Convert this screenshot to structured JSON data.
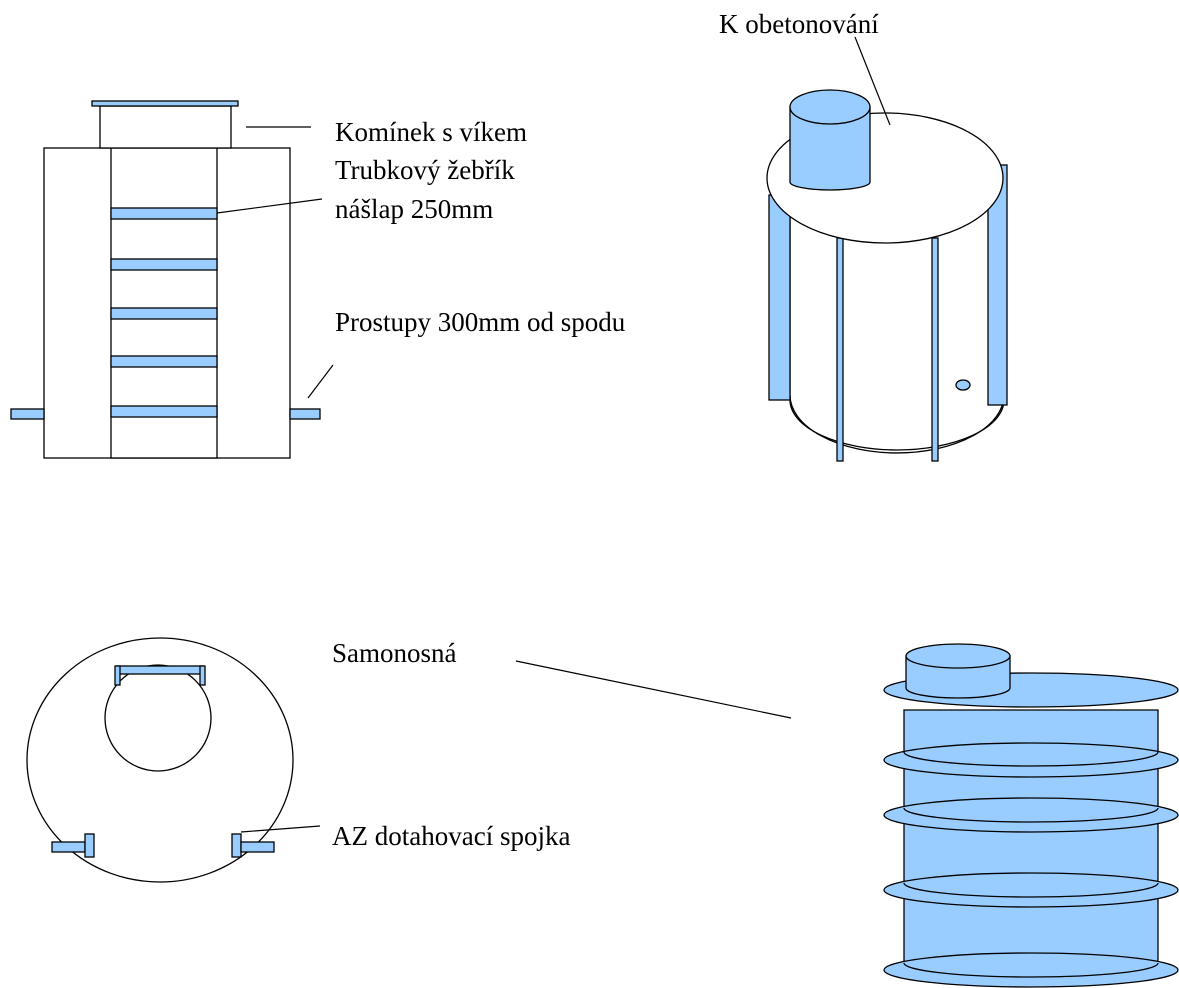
{
  "labels": {
    "chimney": "Komínek s víkem",
    "ladder": "Trubkový žebřík",
    "step": "nášlap 250mm",
    "inlets": "Prostupy 300mm od spodu",
    "concreting": "K obetonování",
    "selfsupporting": "Samonosná",
    "coupling": "AZ dotahovací spojka"
  },
  "colors": {
    "fill": "#99ccff",
    "stroke": "#000000",
    "background": "#ffffff"
  }
}
